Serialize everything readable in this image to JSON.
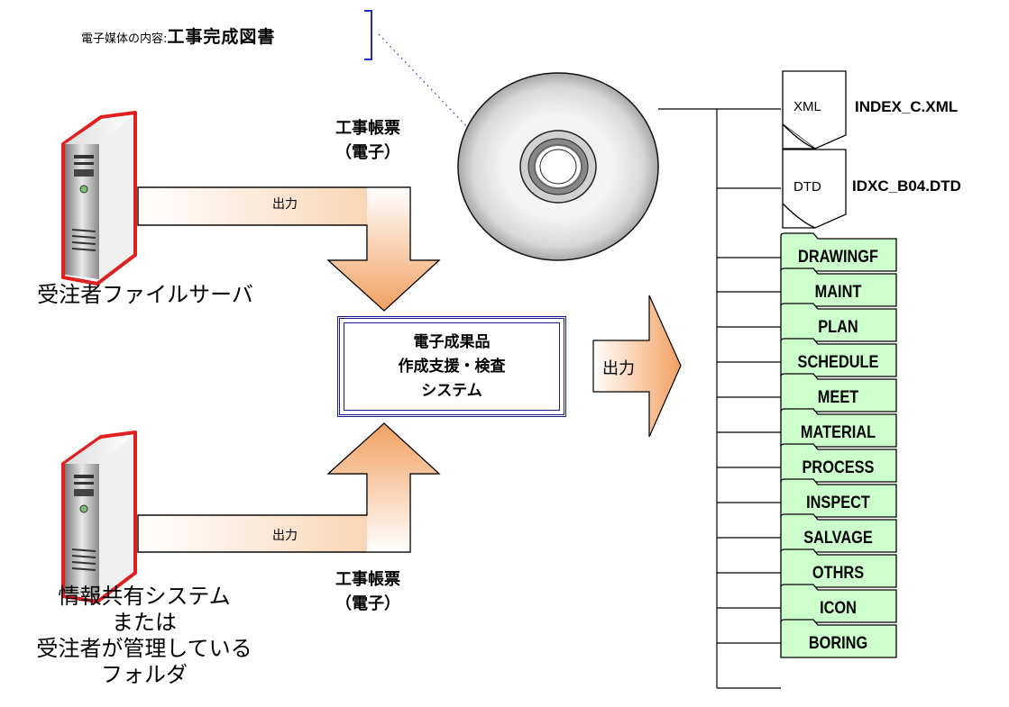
{
  "media": {
    "prefix": "電子媒体の内容:",
    "value": "工事完成図書"
  },
  "top_doc_label": {
    "line1": "工事帳票",
    "line2": "（電子）"
  },
  "bottom_doc_label": {
    "line1": "工事帳票",
    "line2": "（電子）"
  },
  "output_label_top": "出力",
  "output_label_bottom": "出力",
  "output_label_right": "出力",
  "server_top_label": "受注者ファイルサーバ",
  "server_bottom_label": {
    "line1": "情報共有システム",
    "line2": "または",
    "line3": "受注者が管理している",
    "line4": "フォルダ"
  },
  "system_box": {
    "line1": "電子成果品",
    "line2": "作成支援・検査",
    "line3": "システム"
  },
  "files": [
    {
      "type": "XML",
      "name": "INDEX_C.XML"
    },
    {
      "type": "DTD",
      "name": "IDXC_B04.DTD"
    }
  ],
  "folders": [
    "DRAWINGF",
    "MAINT",
    "PLAN",
    "SCHEDULE",
    "MEET",
    "MATERIAL",
    "PROCESS",
    "INSPECT",
    "SALVAGE",
    "OTHRS",
    "ICON",
    "BORING"
  ],
  "colors": {
    "folder_fill": "#ccffcc",
    "arrow_orange": "#f4a460",
    "server_outline": "#e02020",
    "system_border": "#1a1a8c"
  }
}
